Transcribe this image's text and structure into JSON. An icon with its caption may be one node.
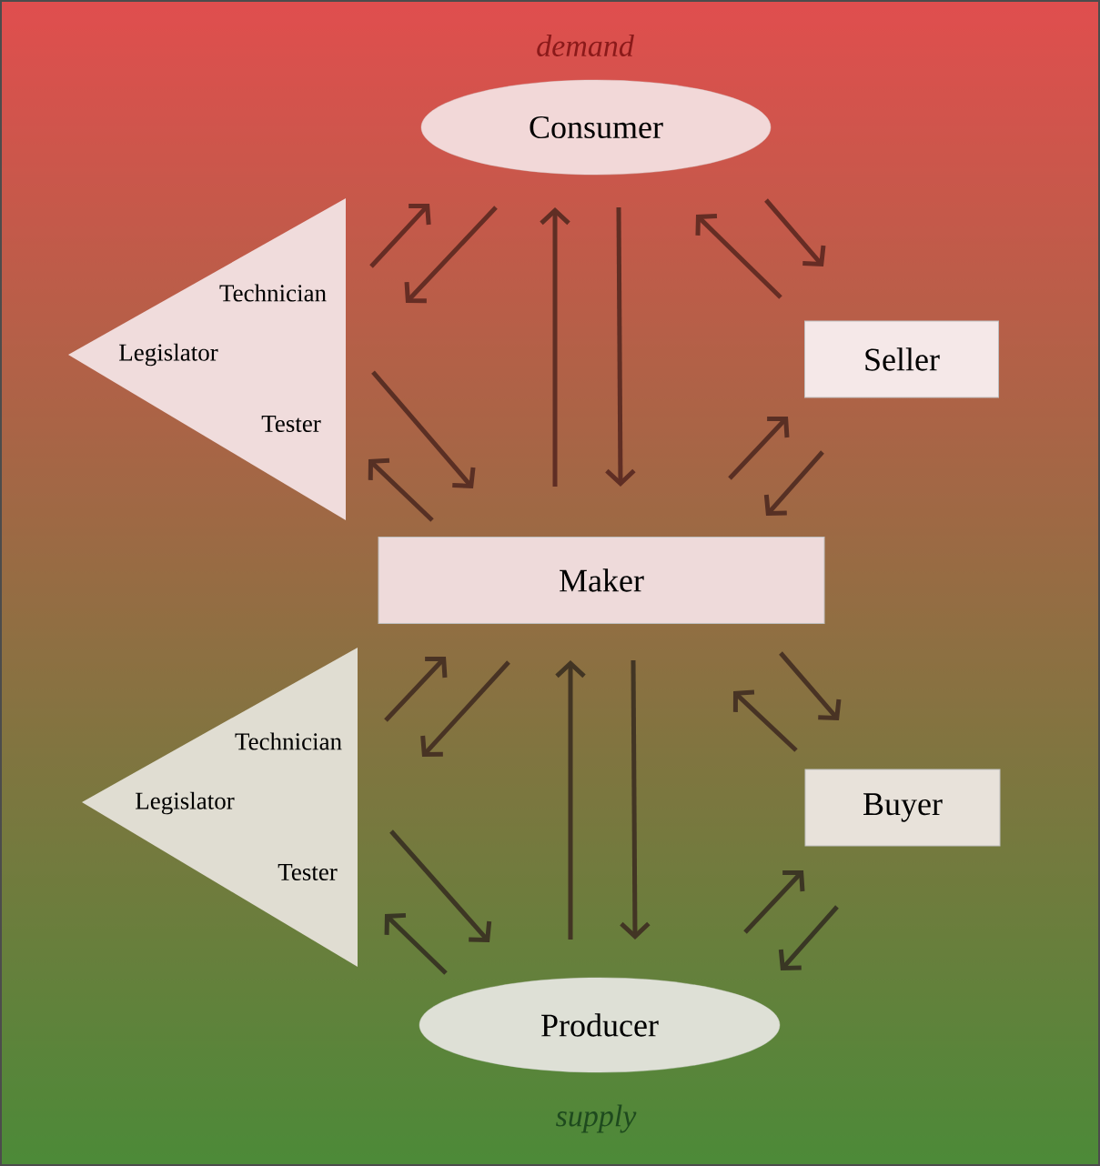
{
  "diagram": {
    "nodes": [
      {
        "text": [
          "Consumer"
        ]
      },
      {
        "text": [
          "Technician",
          "Legislator",
          "Tester"
        ]
      },
      {
        "text": [
          "Seller"
        ]
      },
      {
        "text": [
          "Maker"
        ]
      },
      {
        "text": [
          "Technician",
          "Legislator",
          "Tester"
        ]
      },
      {
        "text": [
          "Buyer"
        ]
      },
      {
        "text": [
          "Producer"
        ]
      }
    ],
    "edges": [
      {
        "from": 1,
        "to": 0,
        "arrow": "to"
      },
      {
        "from": 0,
        "to": 1,
        "arrow": "to"
      },
      {
        "from": 3,
        "to": 0,
        "arrow": "to"
      },
      {
        "from": 0,
        "to": 3,
        "arrow": "to"
      },
      {
        "from": 2,
        "to": 0,
        "arrow": "to"
      },
      {
        "from": 0,
        "to": 2,
        "arrow": "to"
      },
      {
        "from": 3,
        "to": 1,
        "arrow": "to"
      },
      {
        "from": 1,
        "to": 3,
        "arrow": "to"
      },
      {
        "from": 3,
        "to": 2,
        "arrow": "to"
      },
      {
        "from": 2,
        "to": 3,
        "arrow": "to"
      },
      {
        "from": 4,
        "to": 3,
        "arrow": "to"
      },
      {
        "from": 3,
        "to": 4,
        "arrow": "to"
      },
      {
        "from": 6,
        "to": 3,
        "arrow": "to"
      },
      {
        "from": 3,
        "to": 6,
        "arrow": "to"
      },
      {
        "from": 5,
        "to": 3,
        "arrow": "to"
      },
      {
        "from": 3,
        "to": 5,
        "arrow": "to"
      },
      {
        "from": 6,
        "to": 4,
        "arrow": "to"
      },
      {
        "from": 4,
        "to": 6,
        "arrow": "to"
      },
      {
        "from": 6,
        "to": 5,
        "arrow": "to"
      },
      {
        "from": 5,
        "to": 6,
        "arrow": "to"
      }
    ],
    "labels": [
      "demand",
      "supply"
    ]
  }
}
